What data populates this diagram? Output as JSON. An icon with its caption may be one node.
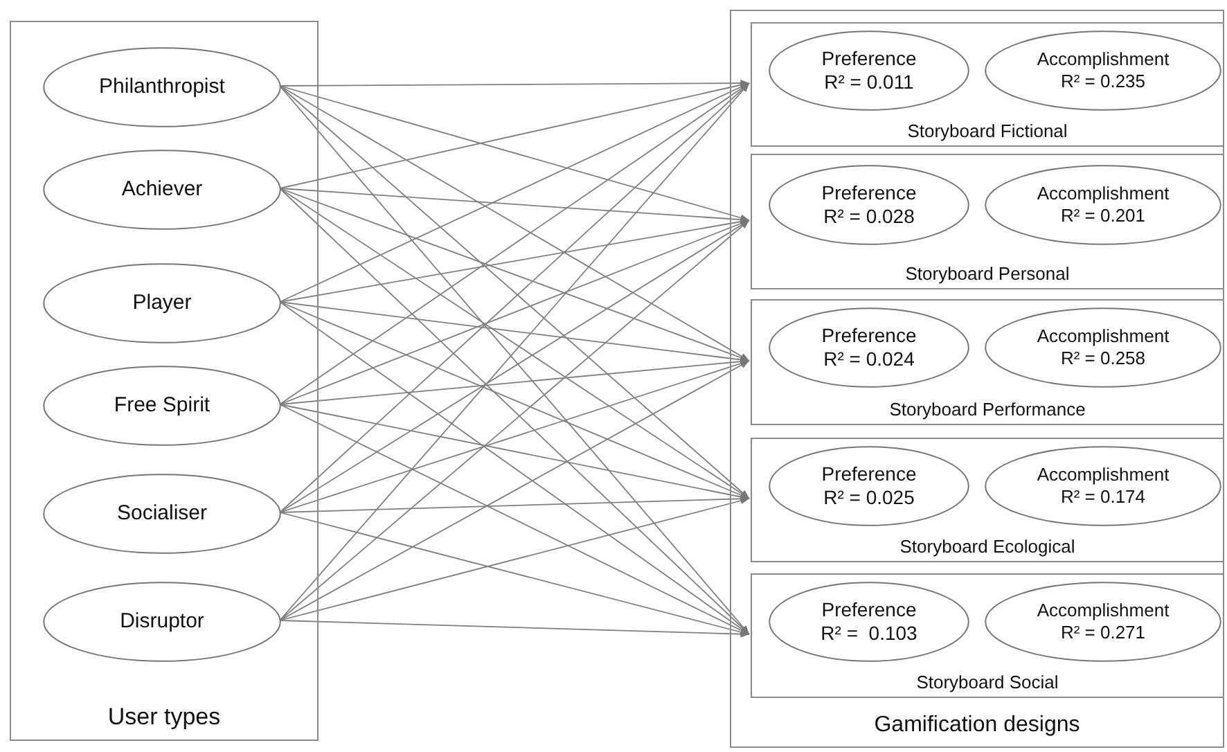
{
  "diagram": {
    "nodes": [
      {
        "text": [
          "User types"
        ]
      },
      {
        "text": [
          "Philanthropist"
        ],
        "in": 0
      },
      {
        "text": [
          "Achiever"
        ],
        "in": 0
      },
      {
        "text": [
          "Player"
        ],
        "in": 0
      },
      {
        "text": [
          "Free Spirit"
        ],
        "in": 0
      },
      {
        "text": [
          "Socialiser"
        ],
        "in": 0
      },
      {
        "text": [
          "Disruptor"
        ],
        "in": 0
      },
      {
        "text": [
          "Gamification designs"
        ]
      },
      {
        "text": [
          "Storyboard Fictional"
        ],
        "in": 7
      },
      {
        "text": [
          "Preference",
          "R² = 0.011"
        ],
        "in": 8
      },
      {
        "text": [
          "Accomplishment",
          "R² = 0.235"
        ],
        "in": 8
      },
      {
        "text": [
          "Storyboard Personal"
        ],
        "in": 7
      },
      {
        "text": [
          "Preference",
          "R² = 0.028"
        ],
        "in": 11
      },
      {
        "text": [
          "Accomplishment",
          "R² = 0.201"
        ],
        "in": 11
      },
      {
        "text": [
          "Storyboard Performance"
        ],
        "in": 7
      },
      {
        "text": [
          "Preference",
          "R² = 0.024"
        ],
        "in": 14
      },
      {
        "text": [
          "Accomplishment",
          "R² = 0.258"
        ],
        "in": 14
      },
      {
        "text": [
          "Storyboard Ecological"
        ],
        "in": 7
      },
      {
        "text": [
          "Preference",
          "R² = 0.025"
        ],
        "in": 17
      },
      {
        "text": [
          "Accomplishment",
          "R² = 0.174"
        ],
        "in": 17
      },
      {
        "text": [
          "Storyboard Social"
        ],
        "in": 7
      },
      {
        "text": [
          "Preference",
          "R² =  0.103"
        ],
        "in": 20
      },
      {
        "text": [
          "Accomplishment",
          "R² = 0.271"
        ],
        "in": 20
      }
    ],
    "edges": [
      {
        "from": 1,
        "to": 8,
        "arrow": "to"
      },
      {
        "from": 1,
        "to": 11,
        "arrow": "to"
      },
      {
        "from": 1,
        "to": 14,
        "arrow": "to"
      },
      {
        "from": 1,
        "to": 17,
        "arrow": "to"
      },
      {
        "from": 1,
        "to": 20,
        "arrow": "to"
      },
      {
        "from": 2,
        "to": 8,
        "arrow": "to"
      },
      {
        "from": 2,
        "to": 11,
        "arrow": "to"
      },
      {
        "from": 2,
        "to": 14,
        "arrow": "to"
      },
      {
        "from": 2,
        "to": 17,
        "arrow": "to"
      },
      {
        "from": 2,
        "to": 20,
        "arrow": "to"
      },
      {
        "from": 3,
        "to": 8,
        "arrow": "to"
      },
      {
        "from": 3,
        "to": 11,
        "arrow": "to"
      },
      {
        "from": 3,
        "to": 14,
        "arrow": "to"
      },
      {
        "from": 3,
        "to": 17,
        "arrow": "to"
      },
      {
        "from": 3,
        "to": 20,
        "arrow": "to"
      },
      {
        "from": 4,
        "to": 8,
        "arrow": "to"
      },
      {
        "from": 4,
        "to": 11,
        "arrow": "to"
      },
      {
        "from": 4,
        "to": 14,
        "arrow": "to"
      },
      {
        "from": 4,
        "to": 17,
        "arrow": "to"
      },
      {
        "from": 4,
        "to": 20,
        "arrow": "to"
      },
      {
        "from": 5,
        "to": 8,
        "arrow": "to"
      },
      {
        "from": 5,
        "to": 11,
        "arrow": "to"
      },
      {
        "from": 5,
        "to": 14,
        "arrow": "to"
      },
      {
        "from": 5,
        "to": 17,
        "arrow": "to"
      },
      {
        "from": 5,
        "to": 20,
        "arrow": "to"
      },
      {
        "from": 6,
        "to": 8,
        "arrow": "to"
      },
      {
        "from": 6,
        "to": 11,
        "arrow": "to"
      },
      {
        "from": 6,
        "to": 14,
        "arrow": "to"
      },
      {
        "from": 6,
        "to": 17,
        "arrow": "to"
      },
      {
        "from": 6,
        "to": 20,
        "arrow": "to"
      }
    ]
  }
}
